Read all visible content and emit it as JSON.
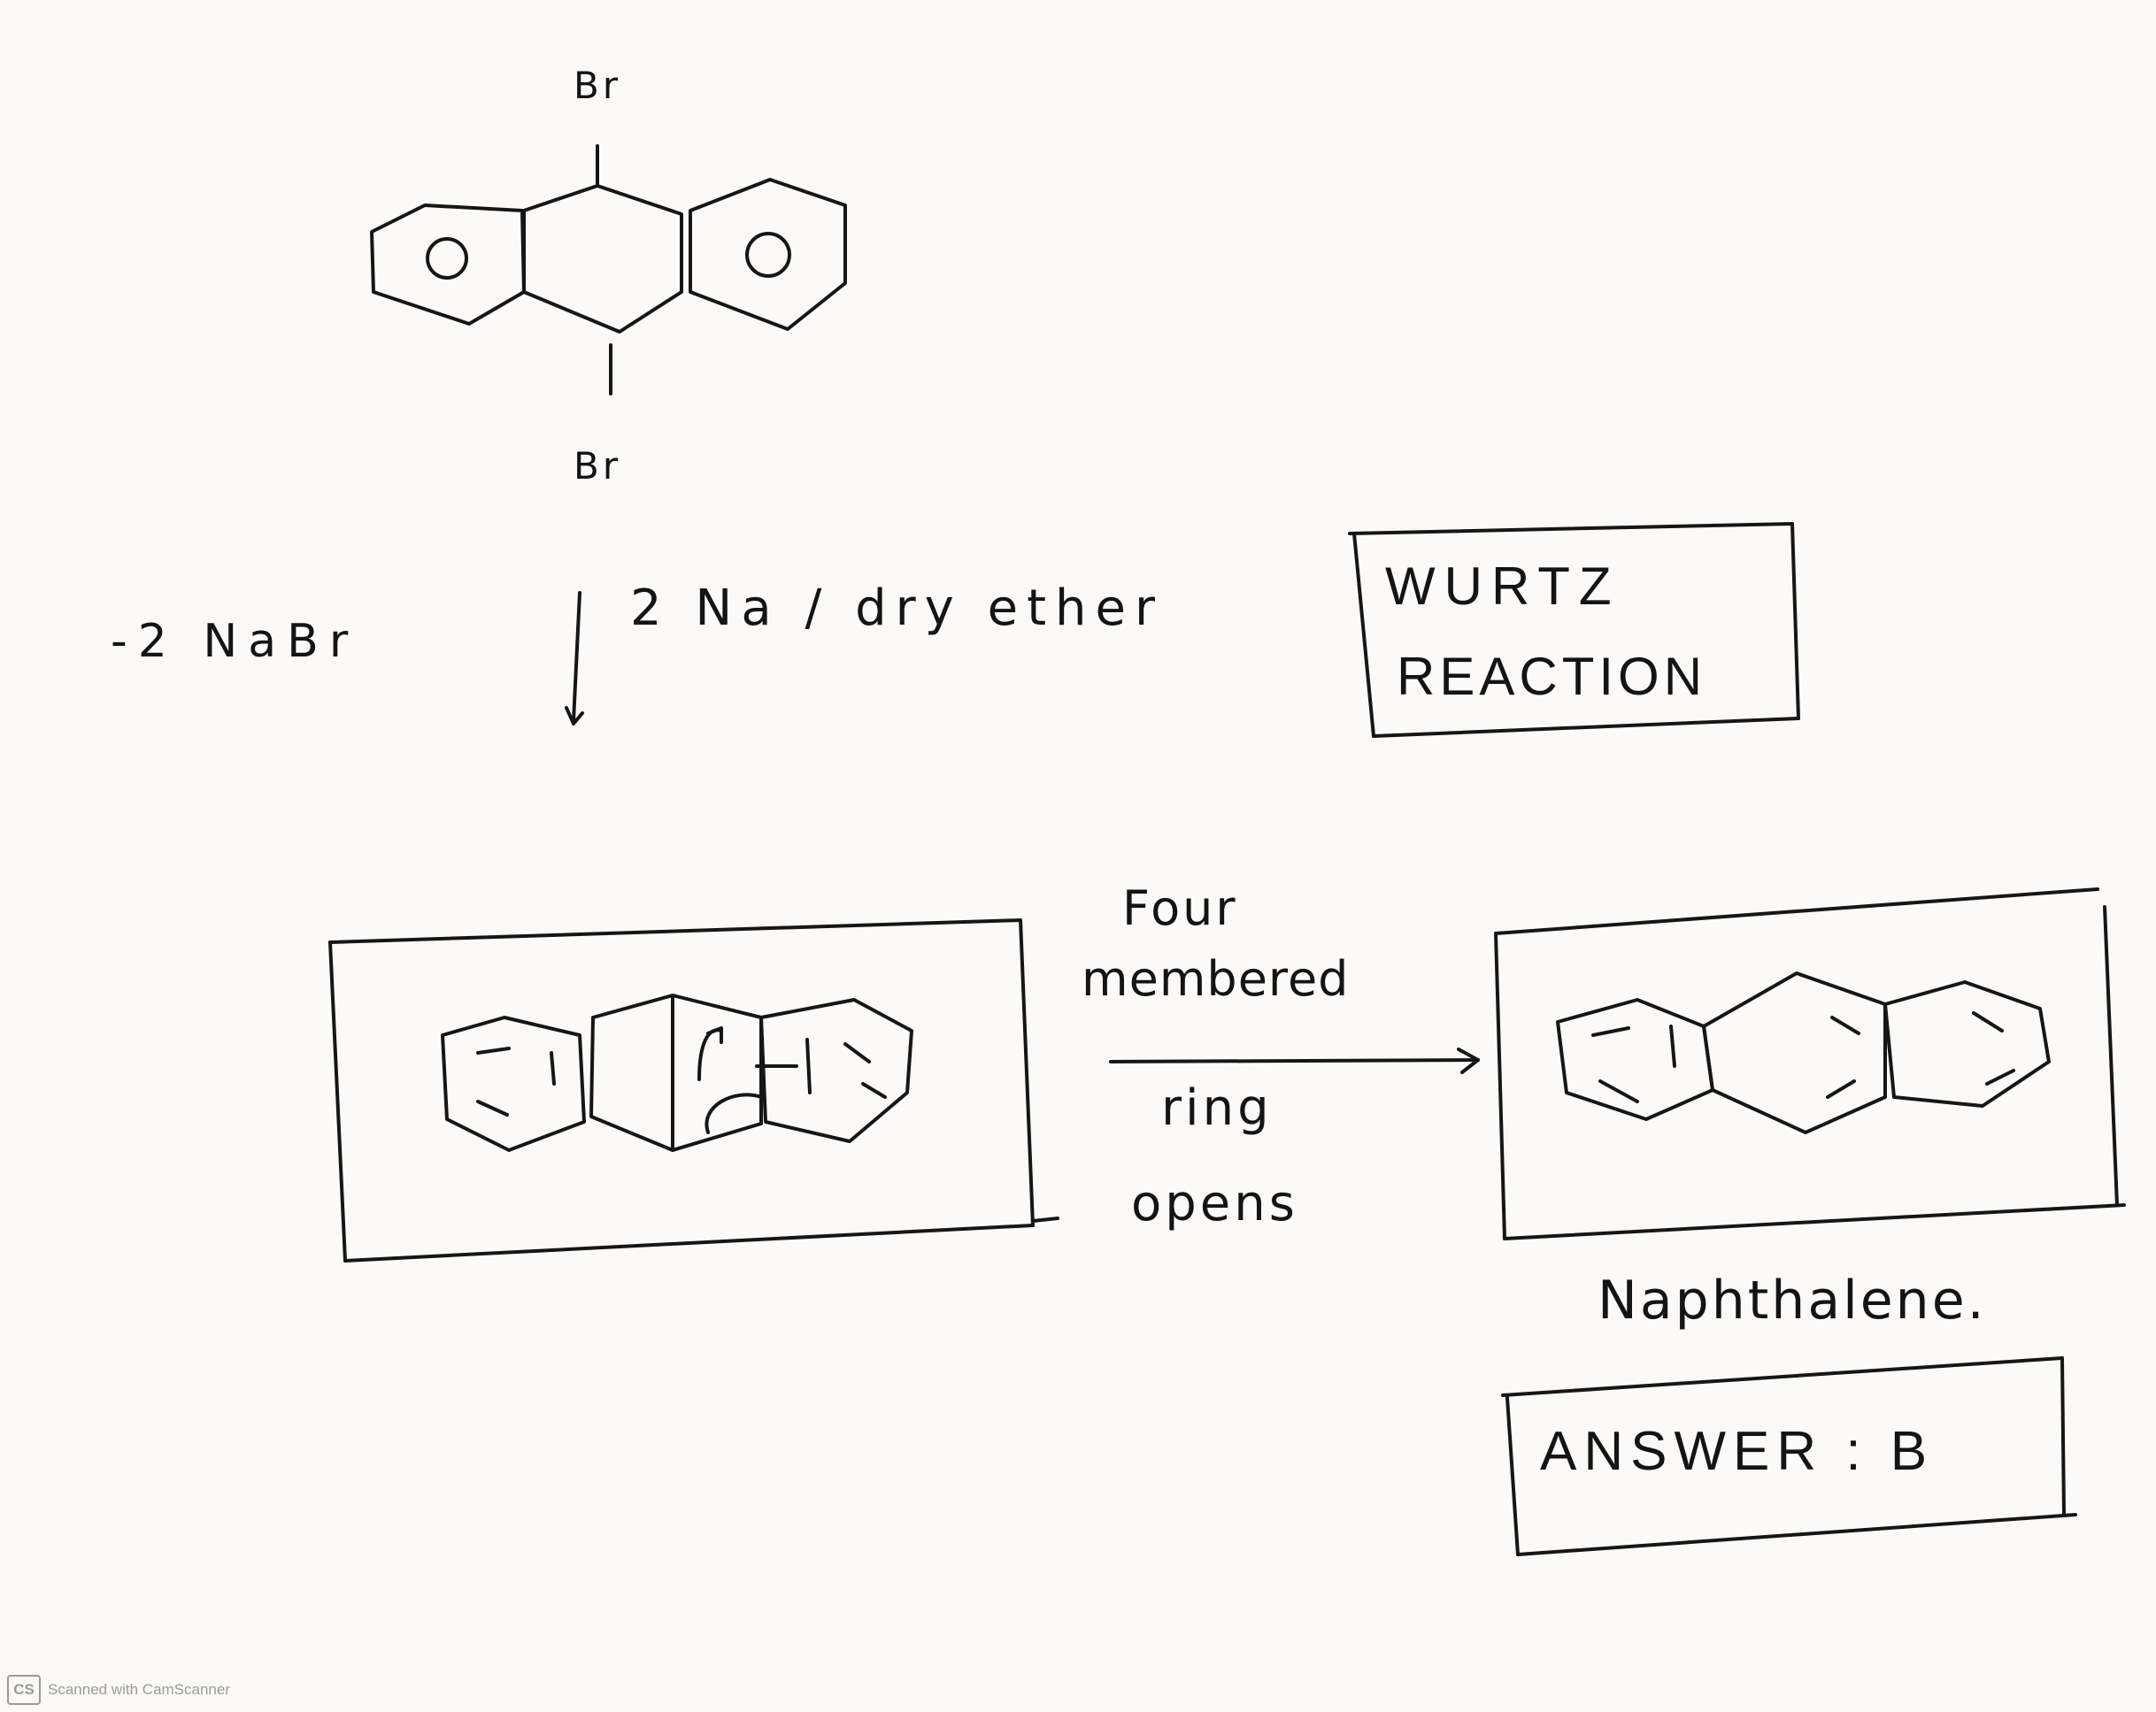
{
  "starting_compound": {
    "substituent_top": "Br",
    "substituent_bottom": "Br"
  },
  "reaction_step": {
    "byproduct": "-2 NaBr",
    "reagent": "2 Na / dry ether"
  },
  "reaction_name_box": {
    "line1": "WURTZ",
    "line2": "REACTION"
  },
  "conversion": {
    "label_above": [
      "Four",
      "membered"
    ],
    "label_below": [
      "ring",
      "opens"
    ]
  },
  "product": {
    "name": "Naphthalene."
  },
  "answer_box": {
    "text": "ANSWER : B"
  },
  "watermark": {
    "logo": "CS",
    "text": "Scanned with CamScanner"
  }
}
